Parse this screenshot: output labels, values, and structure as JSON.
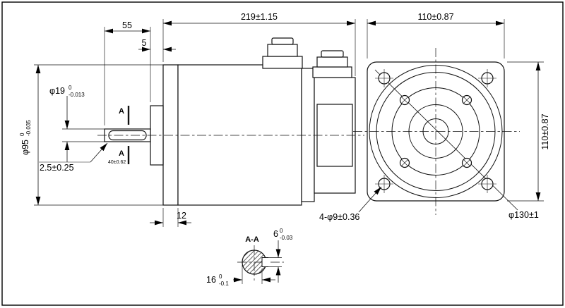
{
  "side_view": {
    "dim_shaft_extension": "55",
    "dim_pilot_depth": "5",
    "dim_total_length": "219±1.15",
    "shaft_dia": {
      "nominal": "φ19",
      "upper": "0",
      "lower": "-0.013"
    },
    "body_dia": {
      "nominal": "φ95",
      "upper": "0",
      "lower": "-0.035"
    },
    "dim_keyway_offset": "2.5±0.25",
    "section_marker": "A",
    "dim_key_length": "40±0.62",
    "dim_flange_thickness": "12"
  },
  "front_view": {
    "dim_width": "110±0.87",
    "dim_height": "110±0.87",
    "mounting_holes": "4-φ9±0.36",
    "bolt_circle": "φ130±1"
  },
  "section_view": {
    "label": "A-A",
    "key_width": {
      "nominal": "6",
      "upper": "0",
      "lower": "-0.03"
    },
    "flat_dim": {
      "nominal": "16",
      "upper": "0",
      "lower": "-0.1"
    }
  }
}
